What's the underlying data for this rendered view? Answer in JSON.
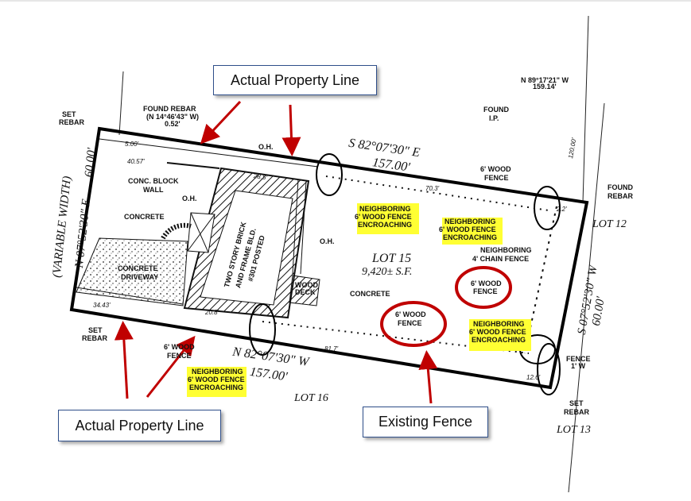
{
  "callouts": {
    "top_property_line": "Actual Property Line",
    "bottom_property_line": "Actual Property Line",
    "existing_fence": "Existing Fence"
  },
  "survey": {
    "lot_label": "LOT 15",
    "lot_area": "9,420± S.F.",
    "building": [
      "TWO STORY BRICK",
      "AND FRAME BLD.",
      "#301 POSTED"
    ],
    "lots": {
      "north_east": "LOT 12",
      "south": "LOT 16",
      "south_east": "LOT 13"
    },
    "bearings": {
      "north": "S 82°07'30\" E",
      "north_dist": "157.00'",
      "south": "N 82°07'30\" W",
      "south_dist": "157.00'",
      "west": "N 07°52'30\" E",
      "west_dist": "60.00'",
      "west_note": "(VARIABLE WIDTH)",
      "east": "S 07°52'30\" W",
      "east_dist": "60.00'",
      "ne": "N 89°17'21\" W",
      "ne_dist": "159.14'",
      "ne_side": "120.00'"
    },
    "labels": {
      "set_rebar_nw": [
        "SET",
        "REBAR"
      ],
      "found_rebar_n": [
        "FOUND REBAR",
        "(N 14°46'43\" W)",
        "0.52'"
      ],
      "conc_block_wall": [
        "CONC. BLOCK",
        "WALL"
      ],
      "oh1": "O.H.",
      "oh2": "O.H.",
      "oh3": "O.H.",
      "concrete1": "CONCRETE",
      "driveway": [
        "CONCRETE",
        "DRIVEWAY"
      ],
      "wood_deck": [
        "WOOD",
        "DECK"
      ],
      "concrete2": "CONCRETE",
      "found_ip": [
        "FOUND",
        "I.P."
      ],
      "found_rebar_ne": [
        "FOUND",
        "REBAR"
      ],
      "wood_fence_n": [
        "6' WOOD",
        "FENCE"
      ],
      "chain_fence": [
        "NEIGHBORING",
        "4' CHAIN FENCE"
      ],
      "wood_fence_circled1": [
        "6' WOOD",
        "FENCE"
      ],
      "wood_fence_circled2": [
        "6' WOOD",
        "FENCE"
      ],
      "wood_fence_s": [
        "6' WOOD",
        "FENCE"
      ],
      "set_rebar_sw": [
        "SET",
        "REBAR"
      ],
      "set_rebar_se": [
        "SET",
        "REBAR"
      ],
      "fence_1w": [
        "FENCE",
        "1' W"
      ]
    },
    "encroaching": [
      [
        "NEIGHBORING",
        "6' WOOD FENCE",
        "ENCROACHING"
      ],
      [
        "NEIGHBORING",
        "6' WOOD FENCE",
        "ENCROACHING"
      ],
      [
        "NEIGHBORING",
        "6' WOOD FENCE",
        "ENCROACHING"
      ],
      [
        "NEIGHBORING",
        "6' WOOD FENCE",
        "ENCROACHING"
      ]
    ],
    "dims": {
      "d500": "5.00'",
      "d4057": "40.57'",
      "d285": "28.5'",
      "d3443": "34.43'",
      "d208": "20.8'",
      "d703": "70.3'",
      "d817": "81.7'",
      "d22": "2.2'",
      "d126": "12.6'"
    }
  },
  "colors": {
    "highlight": "#ffff33",
    "annotation_red": "#c00000",
    "callout_border": "#2f4f8a"
  }
}
